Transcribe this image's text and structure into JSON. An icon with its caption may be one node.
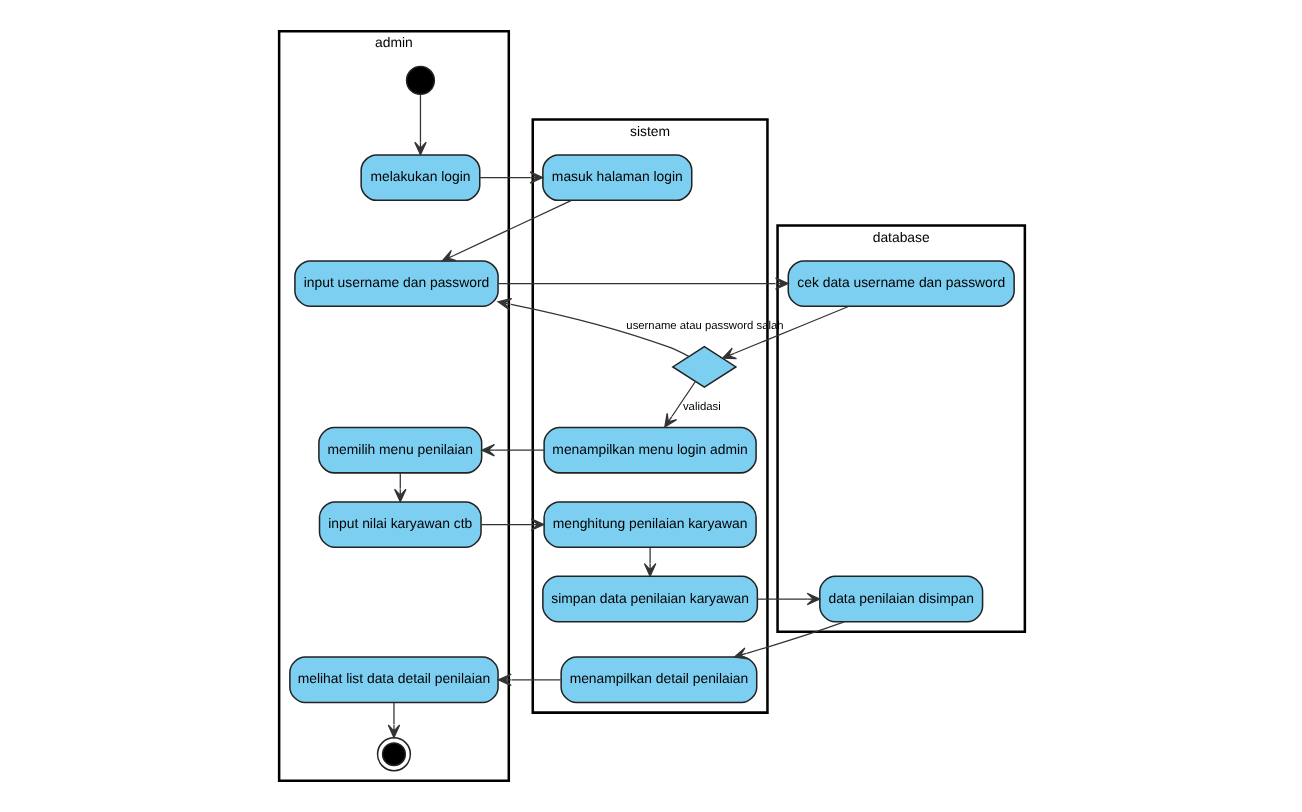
{
  "diagram": {
    "nodes": [
      {
        "text": [
          "admin"
        ]
      },
      {
        "text": [
          "sistem"
        ]
      },
      {
        "text": [
          "database"
        ]
      },
      {
        "text": [],
        "shape": "circle",
        "in": 0
      },
      {
        "text": [
          "melakukan login"
        ],
        "in": 0
      },
      {
        "text": [
          "masuk halaman login"
        ],
        "in": 1
      },
      {
        "text": [
          "input username dan password"
        ],
        "in": 0
      },
      {
        "text": [
          "cek data username dan password"
        ],
        "in": 2
      },
      {
        "text": [],
        "shape": "diamond",
        "in": 1
      },
      {
        "text": [
          "memilih menu penilaian"
        ],
        "in": 0
      },
      {
        "text": [
          "menampilkan menu login admin"
        ],
        "in": 1
      },
      {
        "text": [
          "input nilai karyawan ctb"
        ],
        "in": 0
      },
      {
        "text": [
          "menghitung penilaian karyawan"
        ],
        "in": 1
      },
      {
        "text": [
          "simpan data penilaian karyawan"
        ],
        "in": 1
      },
      {
        "text": [
          "data penilaian disimpan"
        ],
        "in": 2
      },
      {
        "text": [
          "melihat list data detail penilaian"
        ],
        "in": 0
      },
      {
        "text": [
          "menampilkan detail penilaian"
        ],
        "in": 1
      },
      {
        "text": [],
        "shape": "bullseye",
        "in": 0
      }
    ],
    "edges": [
      {
        "from": 3,
        "to": 4,
        "arrow": "to"
      },
      {
        "from": 4,
        "to": 5,
        "arrow": "to"
      },
      {
        "from": 5,
        "to": 6,
        "arrow": "to"
      },
      {
        "from": 6,
        "to": 7,
        "arrow": "to"
      },
      {
        "from": 7,
        "to": 8,
        "arrow": "to"
      },
      {
        "from": 8,
        "to": 6,
        "arrow": "to",
        "label": "username atau password salah"
      },
      {
        "from": 8,
        "to": 10,
        "arrow": "to",
        "label": "validasi"
      },
      {
        "from": 10,
        "to": 9,
        "arrow": "to"
      },
      {
        "from": 9,
        "to": 11,
        "arrow": "to"
      },
      {
        "from": 11,
        "to": 12,
        "arrow": "to"
      },
      {
        "from": 12,
        "to": 13,
        "arrow": "to"
      },
      {
        "from": 13,
        "to": 14,
        "arrow": "to"
      },
      {
        "from": 14,
        "to": 16,
        "arrow": "to"
      },
      {
        "from": 16,
        "to": 15,
        "arrow": "to"
      },
      {
        "from": 15,
        "to": 17,
        "arrow": "to"
      }
    ]
  }
}
